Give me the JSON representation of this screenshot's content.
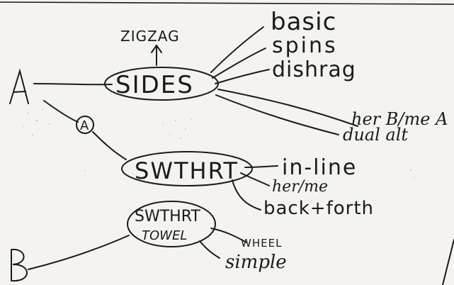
{
  "nodes": {
    "a": "A",
    "b": "B",
    "circled_a": "A",
    "zigzag": "ZIGZAG",
    "sides": "SIDES",
    "swthrt": "SWTHRT",
    "swthrt_towel_top": "SWTHRT",
    "swthrt_towel_bottom": "TOWEL"
  },
  "sides_branches": [
    "basic",
    "spins",
    "dishrag",
    "her B/me A",
    "dual alt"
  ],
  "swthrt_branches": [
    "in-line",
    "her/me",
    "back+forth"
  ],
  "towel_branches": [
    "WHEEL",
    "simple"
  ]
}
